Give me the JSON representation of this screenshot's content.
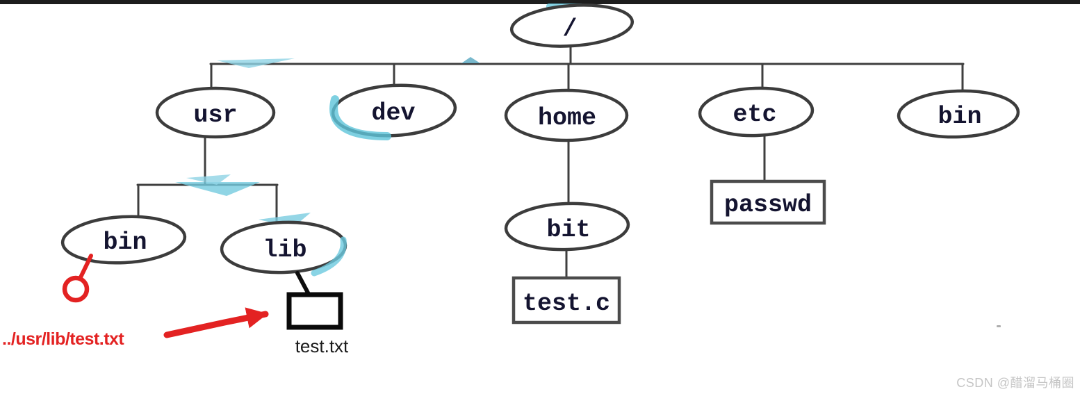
{
  "tree": {
    "nodes": {
      "root": "/",
      "usr": "usr",
      "dev": "dev",
      "home": "home",
      "etc": "etc",
      "bin": "bin",
      "usr_bin": "bin",
      "usr_lib": "lib",
      "bit": "bit",
      "passwd": "passwd",
      "test_c": "test.c"
    },
    "file_label": "test.txt"
  },
  "annotation": {
    "path_text": "../usr/lib/test.txt"
  },
  "watermark": {
    "text": "CSDN @醋溜马桶圈"
  },
  "colors": {
    "annotation_red": "#e32222",
    "ink": "#3f3f3f",
    "label_ink": "#141430",
    "highlight_cyan": "#6cc9de",
    "topbar_black": "#1d1d1d",
    "watermark_gray": "#c5c5c5"
  }
}
